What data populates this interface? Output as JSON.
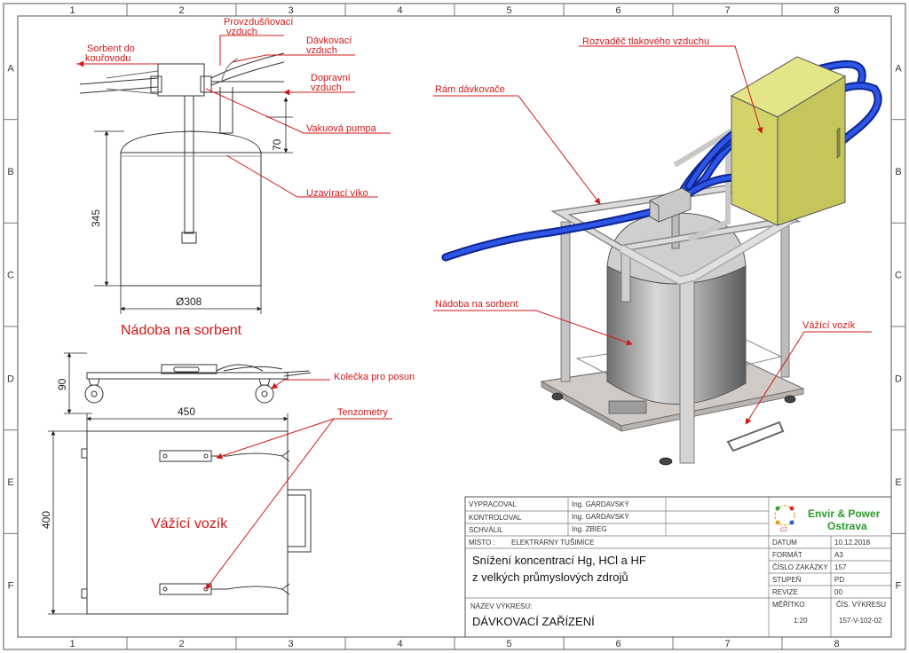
{
  "border": {
    "columns": [
      "1",
      "2",
      "3",
      "4",
      "5",
      "6",
      "7",
      "8"
    ],
    "rows": [
      "A",
      "B",
      "C",
      "D",
      "E",
      "F"
    ]
  },
  "colors": {
    "callout_red": "#d01818",
    "hose_blue": "#1f3fd0",
    "cabinet_olive": "#cfcf62"
  },
  "labels": {
    "provzdusnovaci_1": "Provzdušňovací",
    "provzdusnovaci_2": "vzduch",
    "sorbent_1": "Sorbent do",
    "sorbent_2": "kouřovodu",
    "davkovaci_1": "Dávkovací",
    "davkovaci_2": "vzduch",
    "dopravni_1": "Dopravní",
    "dopravni_2": "vzduch",
    "vakuova_pumpa": "Vakuová pumpa",
    "uzaviraci_viko": "Uzavírací víko",
    "nadoba_title": "Nádoba na sorbent",
    "kolecka": "Kolečka pro posun",
    "tenzometry": "Tenzometry",
    "vazici_vozik_plan": "Vážící vozík",
    "rozvadec": "Rozvaděč tlakového vzduchu",
    "ram": "Rám dávkovače",
    "nadoba_iso": "Nádoba na sorbent",
    "vazici_vozik_iso": "Vážící vozík"
  },
  "dimensions": {
    "d70": "70",
    "d345": "345",
    "d308": "Ø308",
    "d90": "90",
    "d450": "450",
    "d400": "400"
  },
  "title_block": {
    "vypracoval_label": "VYPRACOVAL",
    "vypracoval_value": "Ing. GARDAVSKÝ",
    "kontroloval_label": "KONTROLOVAL",
    "kontroloval_value": "Ing. GARDAVSKÝ",
    "schvalil_label": "SCHVÁLIL",
    "schvalil_value": "Ing. ZBIEG",
    "misto_label": "MÍSTO :",
    "misto_value": "ELEKTRÁRNY TUŠIMICE",
    "project_line1": "Snížení koncentrací Hg, HCl a HF",
    "project_line2": "z velkých průmyslových zdrojů",
    "nazev_label": "NÁZEV VÝKRESU:",
    "nazev_value": "DÁVKOVACÍ ZAŘÍZENÍ",
    "company_1": "Envir & Power",
    "company_2": "Ostrava",
    "logo_text": "CZ",
    "datum_label": "DATUM",
    "datum_value": "10.12.2018",
    "format_label": "FORMÁT",
    "format_value": "A3",
    "zakazky_label": "ČÍSLO ZAKÁZKY",
    "zakazky_value": "157",
    "stupen_label": "STUPEŇ",
    "stupen_value": "PD",
    "revize_label": "REVIZE",
    "revize_value": "00",
    "meritko_label": "MĚŘÍTKO",
    "meritko_value": "1:20",
    "cis_label": "ČÍS. VÝKRESU",
    "cis_value": "157-V-102-02"
  }
}
